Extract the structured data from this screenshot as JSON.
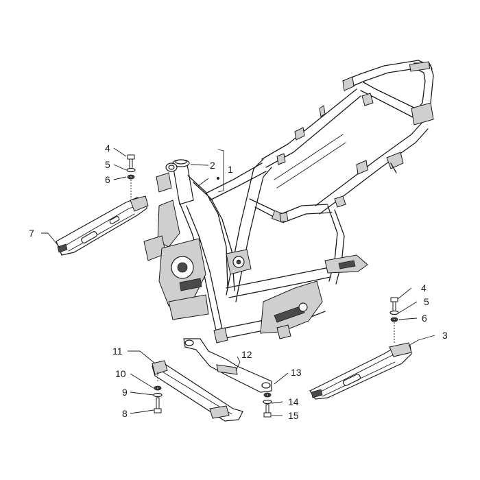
{
  "callouts": {
    "c1": "1",
    "c2": "2",
    "c3": "3",
    "c4_left": "4",
    "c5_left": "5",
    "c6_left": "6",
    "c4_right": "4",
    "c5_right": "5",
    "c6_right": "6",
    "c7": "7",
    "c8": "8",
    "c9": "9",
    "c10": "10",
    "c11": "11",
    "c12": "12",
    "c13": "13",
    "c14": "14",
    "c15": "15"
  }
}
